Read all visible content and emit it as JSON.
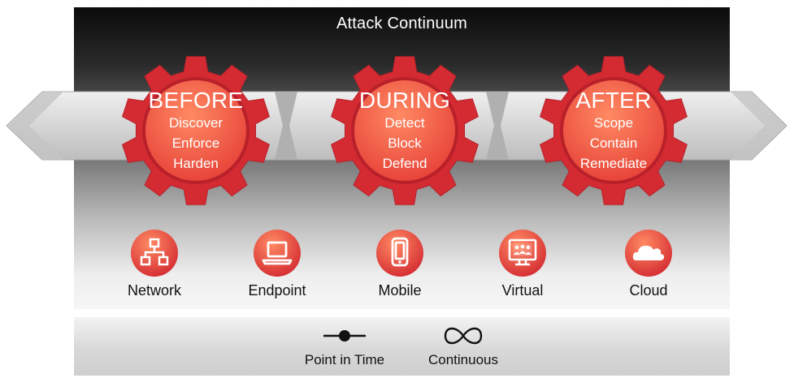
{
  "title": "Attack Continuum",
  "phases": [
    {
      "title": "BEFORE",
      "actions": [
        "Discover",
        "Enforce",
        "Harden"
      ]
    },
    {
      "title": "DURING",
      "actions": [
        "Detect",
        "Block",
        "Defend"
      ]
    },
    {
      "title": "AFTER",
      "actions": [
        "Scope",
        "Contain",
        "Remediate"
      ]
    }
  ],
  "platforms": [
    {
      "label": "Network",
      "icon": "network-icon"
    },
    {
      "label": "Endpoint",
      "icon": "laptop-icon"
    },
    {
      "label": "Mobile",
      "icon": "mobile-phone-icon"
    },
    {
      "label": "Virtual",
      "icon": "virtual-monitor-icon"
    },
    {
      "label": "Cloud",
      "icon": "cloud-icon"
    }
  ],
  "legend": [
    {
      "label": "Point in Time",
      "icon": "point-in-time-icon"
    },
    {
      "label": "Continuous",
      "icon": "infinity-icon"
    }
  ],
  "colors": {
    "gear_red": "#d42b32",
    "gear_dark": "#b8202a",
    "orb_light": "#ff8a63",
    "orb_dark": "#e8453a",
    "arrow_band": "#dcdcdc",
    "panel_top": "#0b0b0b"
  }
}
